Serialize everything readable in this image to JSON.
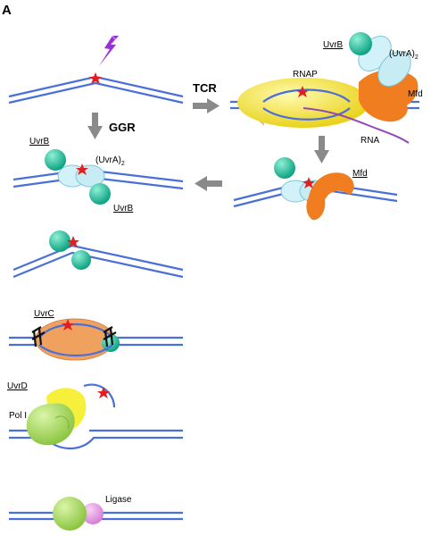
{
  "panel_label": "A",
  "labels": {
    "ggr": "GGR",
    "tcr": "TCR",
    "uvrb": "UvrB",
    "uvra2_base": "(UvrA)",
    "uvra2_sub": "2",
    "rnap": "RNAP",
    "mfd": "Mfd",
    "rna": "RNA",
    "uvrc": "UvrC",
    "uvrd": "UvrD",
    "pol1": "Pol I",
    "ligase": "Ligase"
  },
  "colors": {
    "dna": "#4a6fd8",
    "uvrb": "#1dbf9c",
    "uvra": "#c8ecf4",
    "rnap": "#f6e12a",
    "mfd": "#f07d1f",
    "rna": "#9447b5",
    "uvrc": "#f0a15e",
    "uvrd": "#f7f03a",
    "pol1": "#a8d95a",
    "ligase": "#e79be6",
    "lesion": "#e41e1e",
    "uv_bolt": "#9b2fd6",
    "arrow": "#8a8a8a"
  }
}
